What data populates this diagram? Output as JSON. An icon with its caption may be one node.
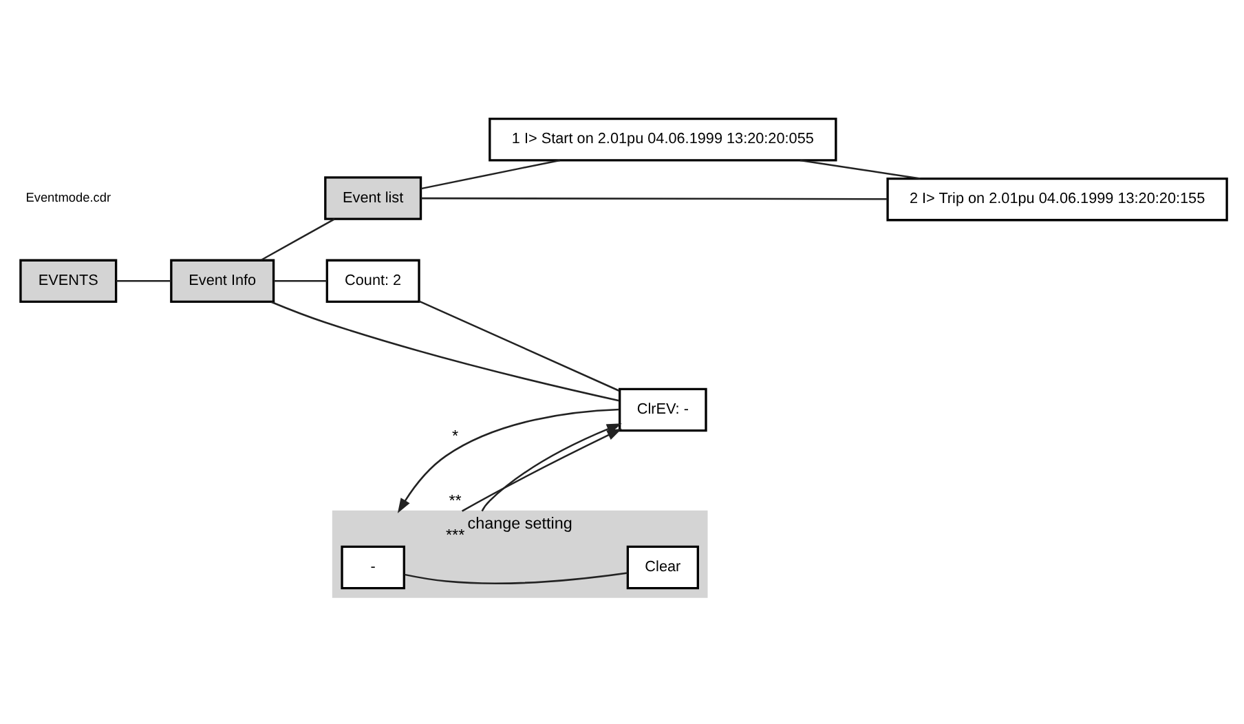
{
  "diagram": {
    "nodes": [
      {
        "text": [
          "EVENTS"
        ]
      },
      {
        "text": [
          "Event Info"
        ]
      },
      {
        "text": [
          "Count: 2"
        ]
      },
      {
        "text": [
          "ClrEV: -"
        ]
      },
      {
        "text": [
          "change setting"
        ]
      },
      {
        "text": [
          "-"
        ],
        "in": 4
      },
      {
        "text": [
          "Clear"
        ],
        "in": 4
      },
      {
        "text": [
          "Event list"
        ]
      },
      {
        "text": [
          "1 I> Start on 2.01pu 04.06.1999 13:20:20:055"
        ]
      },
      {
        "text": [
          "2 I> Trip on 2.01pu 04.06.1999 13:20:20:155"
        ]
      }
    ],
    "edges": [
      {
        "from": 0,
        "to": 1,
        "arrow": "none"
      },
      {
        "from": 1,
        "to": 2,
        "arrow": "none"
      },
      {
        "from": 2,
        "to": 3,
        "arrow": "none"
      },
      {
        "from": 1,
        "to": 3,
        "arrow": "none"
      },
      {
        "from": 3,
        "to": 4,
        "arrow": "to",
        "label": "*"
      },
      {
        "from": 4,
        "to": 3,
        "arrow": "to",
        "label": "**"
      },
      {
        "from": 4,
        "to": 3,
        "arrow": "to",
        "label": "***"
      },
      {
        "from": 5,
        "to": 6,
        "arrow": "none"
      },
      {
        "from": 1,
        "to": 7,
        "arrow": "none"
      },
      {
        "from": 7,
        "to": 8,
        "arrow": "none"
      },
      {
        "from": 8,
        "to": 9,
        "arrow": "none"
      },
      {
        "from": 7,
        "to": 9,
        "arrow": "none"
      }
    ],
    "labels": [
      "Eventmode.cdr"
    ]
  }
}
